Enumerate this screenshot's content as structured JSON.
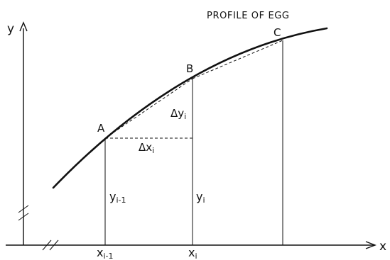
{
  "diagram": {
    "title": "PROFILE OF EGG",
    "axis_labels": {
      "x": "x",
      "y": "y"
    },
    "points": {
      "a": "A",
      "b": "B",
      "c": "C"
    },
    "increments": {
      "delta_x": {
        "symbol": "Δx",
        "subscript": "i"
      },
      "delta_y": {
        "symbol": "Δy",
        "subscript": "i"
      }
    },
    "ordinates": {
      "y_prev": {
        "base": "y",
        "subscript": "i-1"
      },
      "y_curr": {
        "base": "y",
        "subscript": "i"
      }
    },
    "abscissas": {
      "x_prev": {
        "base": "x",
        "subscript": "i-1"
      },
      "x_curr": {
        "base": "x",
        "subscript": "i"
      }
    }
  }
}
